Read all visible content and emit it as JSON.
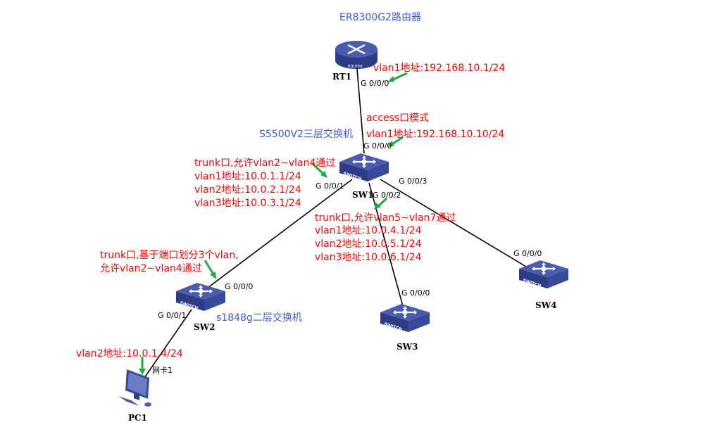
{
  "colors": {
    "annotation": "#ff0000",
    "model": "#3b5bdb",
    "device": "#3a4a9a",
    "arrow": "#22aa44"
  },
  "devices": {
    "rt1": {
      "name": "RT1",
      "model": "ER8300G2路由器",
      "icon": "router-icon",
      "badge": "ROUTER"
    },
    "sw1": {
      "name": "SW1",
      "model": "S5500V2三层交换机",
      "icon": "switch-icon",
      "badge": "SWITCH"
    },
    "sw2": {
      "name": "SW2",
      "model": "s1848g二层交换机",
      "icon": "switch-icon",
      "badge": "SWITCH"
    },
    "sw3": {
      "name": "SW3",
      "icon": "switch-icon",
      "badge": "SWITCH"
    },
    "sw4": {
      "name": "SW4",
      "icon": "switch-icon",
      "badge": "SWITCH"
    },
    "pc1": {
      "name": "PC1",
      "icon": "pc-icon"
    }
  },
  "ports": {
    "rt1_g000": "G 0/0/0",
    "sw1_g000": "G 0/0/0",
    "sw1_g001": "G 0/0/1",
    "sw1_g002": "G 0/0/2",
    "sw1_g003": "G 0/0/3",
    "sw2_g000": "G 0/0/0",
    "sw2_g001": "G 0/0/1",
    "sw3_g000": "G 0/0/0",
    "sw4_g000": "G 0/0/0",
    "pc1_nic": "网卡1"
  },
  "annotations": {
    "rt1": [
      "vlan1地址:192.168.10.1/24"
    ],
    "sw1_uplink": [
      "access口模式",
      "vlan1地址:192.168.10.10/24"
    ],
    "sw1_g001": [
      "trunk口,允许vlan2~vlan4通过",
      "vlan1地址:10.0.1.1/24",
      "vlan2地址:10.0.2.1/24",
      "vlan3地址:10.0.3.1/24"
    ],
    "sw1_g002": [
      "trunk口,允许vlan5~vlan7通过",
      "vlan1地址:10.0.4.1/24",
      "vlan2地址:10.0.5.1/24",
      "vlan3地址:10.0.6.1/24"
    ],
    "sw2": [
      "trunk口,基于端口划分3个vlan,",
      "允许vlan2~vlan4通过"
    ],
    "pc1": [
      "vlan2地址:10.0.1.4/24"
    ]
  }
}
